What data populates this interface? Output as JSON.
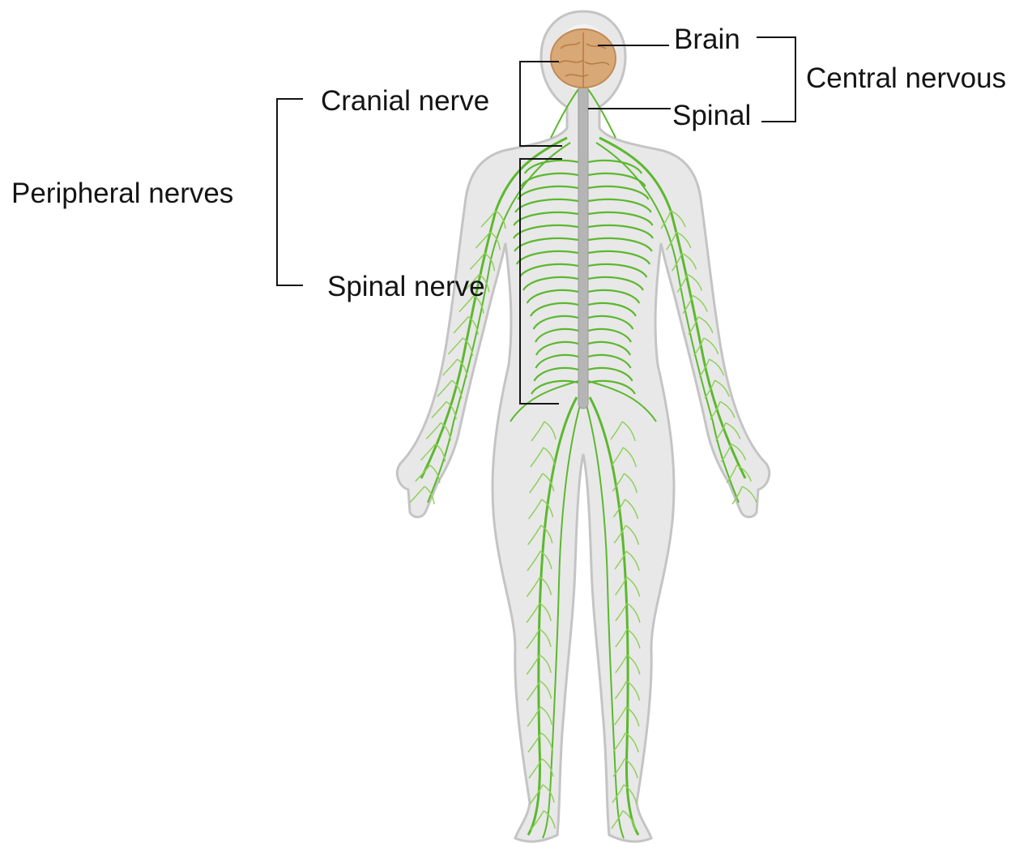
{
  "labels": {
    "brain": "Brain",
    "central_nervous": "Central nervous",
    "cranial_nerve": "Cranial nerve",
    "spinal_cord": "Spinal",
    "peripheral_nerves": "Peripheral nerves",
    "spinal_nerve": "Spinal nerve"
  },
  "colors": {
    "background": "#ffffff",
    "body_fill": "#e8e8e8",
    "body_outline": "#c4c4c4",
    "nerve": "#5cb82e",
    "nerve_light": "#8fd05a",
    "brain": "#d9a877",
    "spinal_cord": "#b5b5b5",
    "leader_line": "#141414"
  },
  "icons": {
    "figure": "human-body-nervous-system-icon"
  }
}
